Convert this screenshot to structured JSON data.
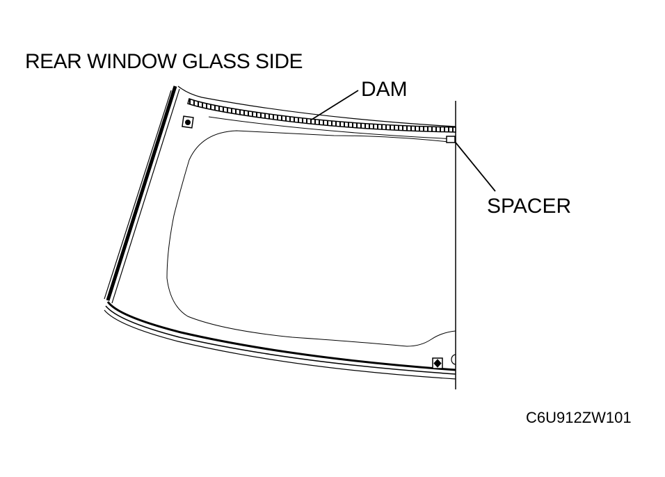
{
  "diagram": {
    "title": "REAR WINDOW GLASS SIDE",
    "callouts": [
      {
        "id": "dam",
        "label": "DAM"
      },
      {
        "id": "spacer",
        "label": "SPACER"
      }
    ],
    "figure_code": "C6U912ZW101",
    "colors": {
      "line": "#000000",
      "background": "#ffffff"
    }
  }
}
